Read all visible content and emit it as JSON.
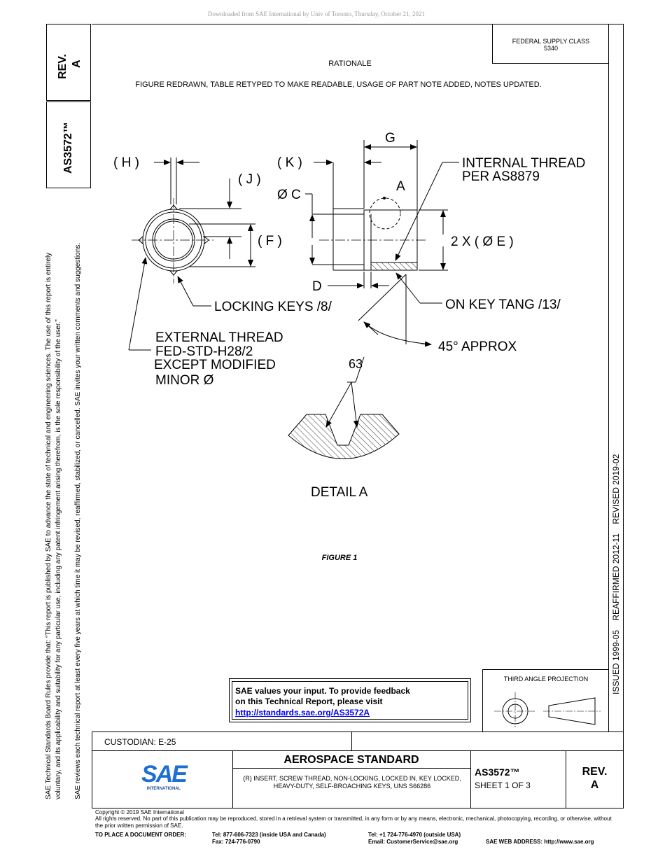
{
  "download_notice": "Downloaded from SAE International by Univ of Toronto, Thursday, October 21, 2021",
  "rev_block": {
    "rev_label": "REV.",
    "rev_value": "A"
  },
  "doc_number_vertical": "AS3572™",
  "federal_supply": {
    "line1": "FEDERAL SUPPLY CLASS",
    "line2": "5340"
  },
  "rationale": {
    "heading": "RATIONALE",
    "text": "FIGURE REDRAWN, TABLE RETYPED TO MAKE READABLE, USAGE OF PART NOTE ADDED, NOTES UPDATED."
  },
  "side_notes": {
    "line1": "SAE Technical Standards Board Rules provide that: “This report is published by SAE to advance the state of technical and engineering sciences. The use of this report is entirely",
    "line2": "voluntary, and its applicability and suitability for any particular use, including any patent infringement arising therefrom, is the sole responsibility of the user.”",
    "line3": "SAE reviews each technical report at least every five years at which time it may be revised, reaffirmed, stabilized, or cancelled. SAE invites your written comments and suggestions."
  },
  "dates_vertical": "ISSUED 1999-05    REAFFIRMED 2012-11    REVISED 2019-02",
  "figure": {
    "labels": {
      "H": "( H )",
      "J": "( J )",
      "K": "( K )",
      "C": "Ø C",
      "F": "( F )",
      "G": "G",
      "A": "A",
      "E": "2 X ( Ø E )",
      "D": "D",
      "internal1": "INTERNAL THREAD",
      "internal2": "PER AS8879",
      "locking": "LOCKING KEYS /8/",
      "onkey": "ON KEY TANG /13/",
      "angle": "45° APPROX",
      "ext1": "EXTERNAL THREAD",
      "ext2": "FED-STD-H28/2",
      "ext3": "EXCEPT MODIFIED",
      "ext4": "MINOR Ø",
      "finish": "63",
      "detail": "DETAIL A"
    },
    "caption": "FIGURE 1"
  },
  "feedback": {
    "line1": "SAE values your input. To provide feedback",
    "line2": "on this Technical Report, please visit",
    "link": "http://standards.sae.org/AS3572A"
  },
  "projection": {
    "title": "THIRD ANGLE PROJECTION"
  },
  "title_block": {
    "custodian": "CUSTODIAN: E-25",
    "logo_text": "SAE",
    "logo_sub": "INTERNATIONAL",
    "standard_type": "AEROSPACE STANDARD",
    "description": "(R) INSERT, SCREW THREAD, NON-LOCKING, LOCKED IN, KEY LOCKED, HEAVY-DUTY, SELF-BROACHING KEYS, UNS S66286",
    "doc_number": "AS3572™",
    "sheet": "SHEET 1 OF 3",
    "rev_label": "REV.",
    "rev_value": "A"
  },
  "footer": {
    "copyright": "Copyright © 2019 SAE International",
    "rights": "All rights reserved. No part of this publication may be reproduced, stored in a retrieval system or transmitted, in any form or by any means, electronic, mechanical, photocopying, recording, or otherwise, without the prior written permission of SAE.",
    "order_label": "TO PLACE A DOCUMENT ORDER:",
    "tel_usa": "Tel: 877-606-7323 (inside USA and Canada)",
    "fax": "Fax: 724-776-0790",
    "tel_outside": "Tel: +1 724-776-4970 (outside USA)",
    "email": "Email: CustomerService@sae.org",
    "web": "SAE WEB ADDRESS: http://www.sae.org"
  }
}
